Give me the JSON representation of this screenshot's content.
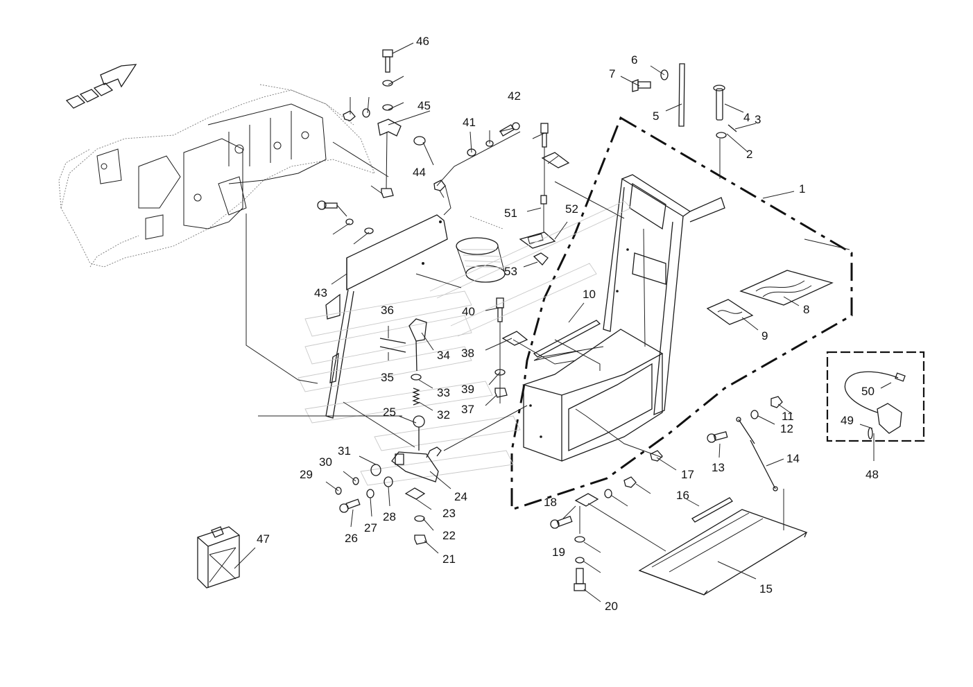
{
  "callouts": [
    "1",
    "2",
    "3",
    "4",
    "5",
    "6",
    "7",
    "8",
    "9",
    "10",
    "11",
    "12",
    "13",
    "14",
    "15",
    "16",
    "17",
    "18",
    "19",
    "20",
    "21",
    "22",
    "23",
    "24",
    "25",
    "26",
    "27",
    "28",
    "29",
    "30",
    "31",
    "32",
    "33",
    "34",
    "35",
    "36",
    "37",
    "38",
    "39",
    "40",
    "41",
    "42",
    "43",
    "44",
    "45",
    "46",
    "47",
    "48",
    "49",
    "50",
    "51",
    "52",
    "53"
  ],
  "icons": {
    "direction": "travel-direction-arrow-icon",
    "fuel": "fuel-canister-icon",
    "sensor": "sensor-cable-icon"
  }
}
